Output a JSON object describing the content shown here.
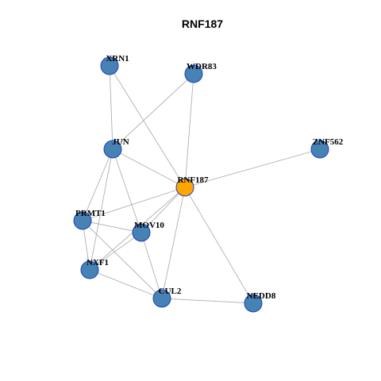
{
  "title": "RNF187",
  "colors": {
    "center_node": "#FFA500",
    "neighbor_node": "#4682B4",
    "node_border": "#1F3FBF",
    "edge": "#B0B0B0"
  },
  "nodes": [
    {
      "id": "XRN1",
      "label": "XRN1",
      "center": false
    },
    {
      "id": "WDR83",
      "label": "WDR83",
      "center": false
    },
    {
      "id": "JUN",
      "label": "JUN",
      "center": false
    },
    {
      "id": "ZNF562",
      "label": "ZNF562",
      "center": false
    },
    {
      "id": "RNF187",
      "label": "RNF187",
      "center": true
    },
    {
      "id": "PRMT1",
      "label": "PRMT1",
      "center": false
    },
    {
      "id": "MOV10",
      "label": "MOV10",
      "center": false
    },
    {
      "id": "NXF1",
      "label": "NXF1",
      "center": false
    },
    {
      "id": "CUL2",
      "label": "CUL2",
      "center": false
    },
    {
      "id": "NEDD8",
      "label": "NEDD8",
      "center": false
    }
  ],
  "edges": [
    [
      "XRN1",
      "JUN"
    ],
    [
      "XRN1",
      "RNF187"
    ],
    [
      "WDR83",
      "JUN"
    ],
    [
      "WDR83",
      "RNF187"
    ],
    [
      "JUN",
      "RNF187"
    ],
    [
      "JUN",
      "PRMT1"
    ],
    [
      "JUN",
      "MOV10"
    ],
    [
      "JUN",
      "NXF1"
    ],
    [
      "ZNF562",
      "RNF187"
    ],
    [
      "RNF187",
      "PRMT1"
    ],
    [
      "RNF187",
      "MOV10"
    ],
    [
      "RNF187",
      "NXF1"
    ],
    [
      "RNF187",
      "CUL2"
    ],
    [
      "RNF187",
      "NEDD8"
    ],
    [
      "PRMT1",
      "MOV10"
    ],
    [
      "PRMT1",
      "NXF1"
    ],
    [
      "PRMT1",
      "CUL2"
    ],
    [
      "MOV10",
      "NXF1"
    ],
    [
      "MOV10",
      "CUL2"
    ],
    [
      "NXF1",
      "CUL2"
    ],
    [
      "CUL2",
      "NEDD8"
    ]
  ]
}
